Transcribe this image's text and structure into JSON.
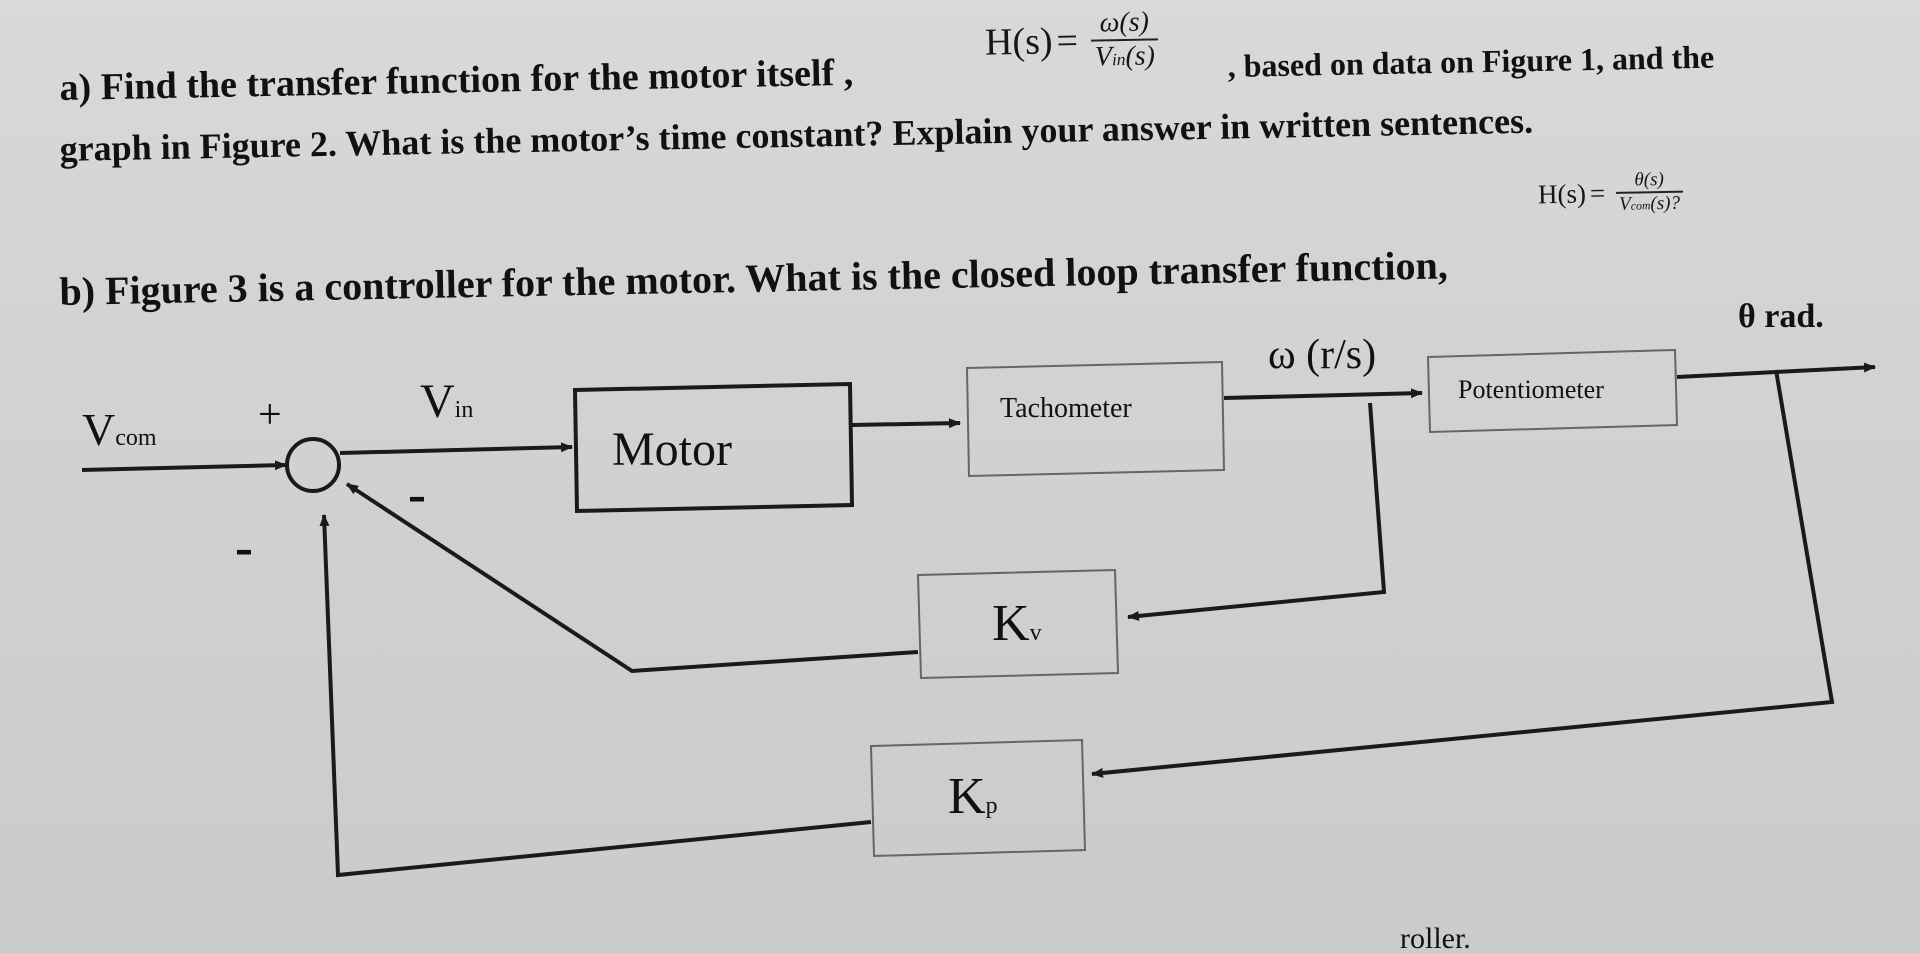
{
  "question_a": {
    "label": "a) Find the transfer function for the motor itself ,",
    "continuation": ", based on data on Figure 1, and the",
    "line2": "graph in Figure 2. What is the motor’s time constant? Explain your answer in written sentences.",
    "formula": {
      "lhs": "H(s)",
      "numerator": "ω(s)",
      "denominator": "V",
      "denominator_sub": "in",
      "denominator_tail": "(s)"
    }
  },
  "question_b": {
    "line1": "b) Figure 3 is a controller for the motor. What is the closed loop transfer function,",
    "formula": {
      "lhs": "H(s)",
      "numerator": "θ(s)",
      "denominator": "V",
      "denominator_sub": "com",
      "denominator_tail": "(s)?"
    }
  },
  "diagram": {
    "input_label": "V",
    "input_sub": "com",
    "plus_sign": "+",
    "minus_sign_left": "-",
    "minus_sign_right": "-",
    "vin_label": "V",
    "vin_sub": "in",
    "motor_label": "Motor",
    "tachometer_label": "Tachometer",
    "omega_label": "ω (r/s)",
    "potentiometer_label": "Potentiometer",
    "theta_label": "θ rad.",
    "kv_label": "K",
    "kv_sub": "v",
    "kp_label": "K",
    "kp_sub": "p"
  },
  "footer_fragment": "roller."
}
